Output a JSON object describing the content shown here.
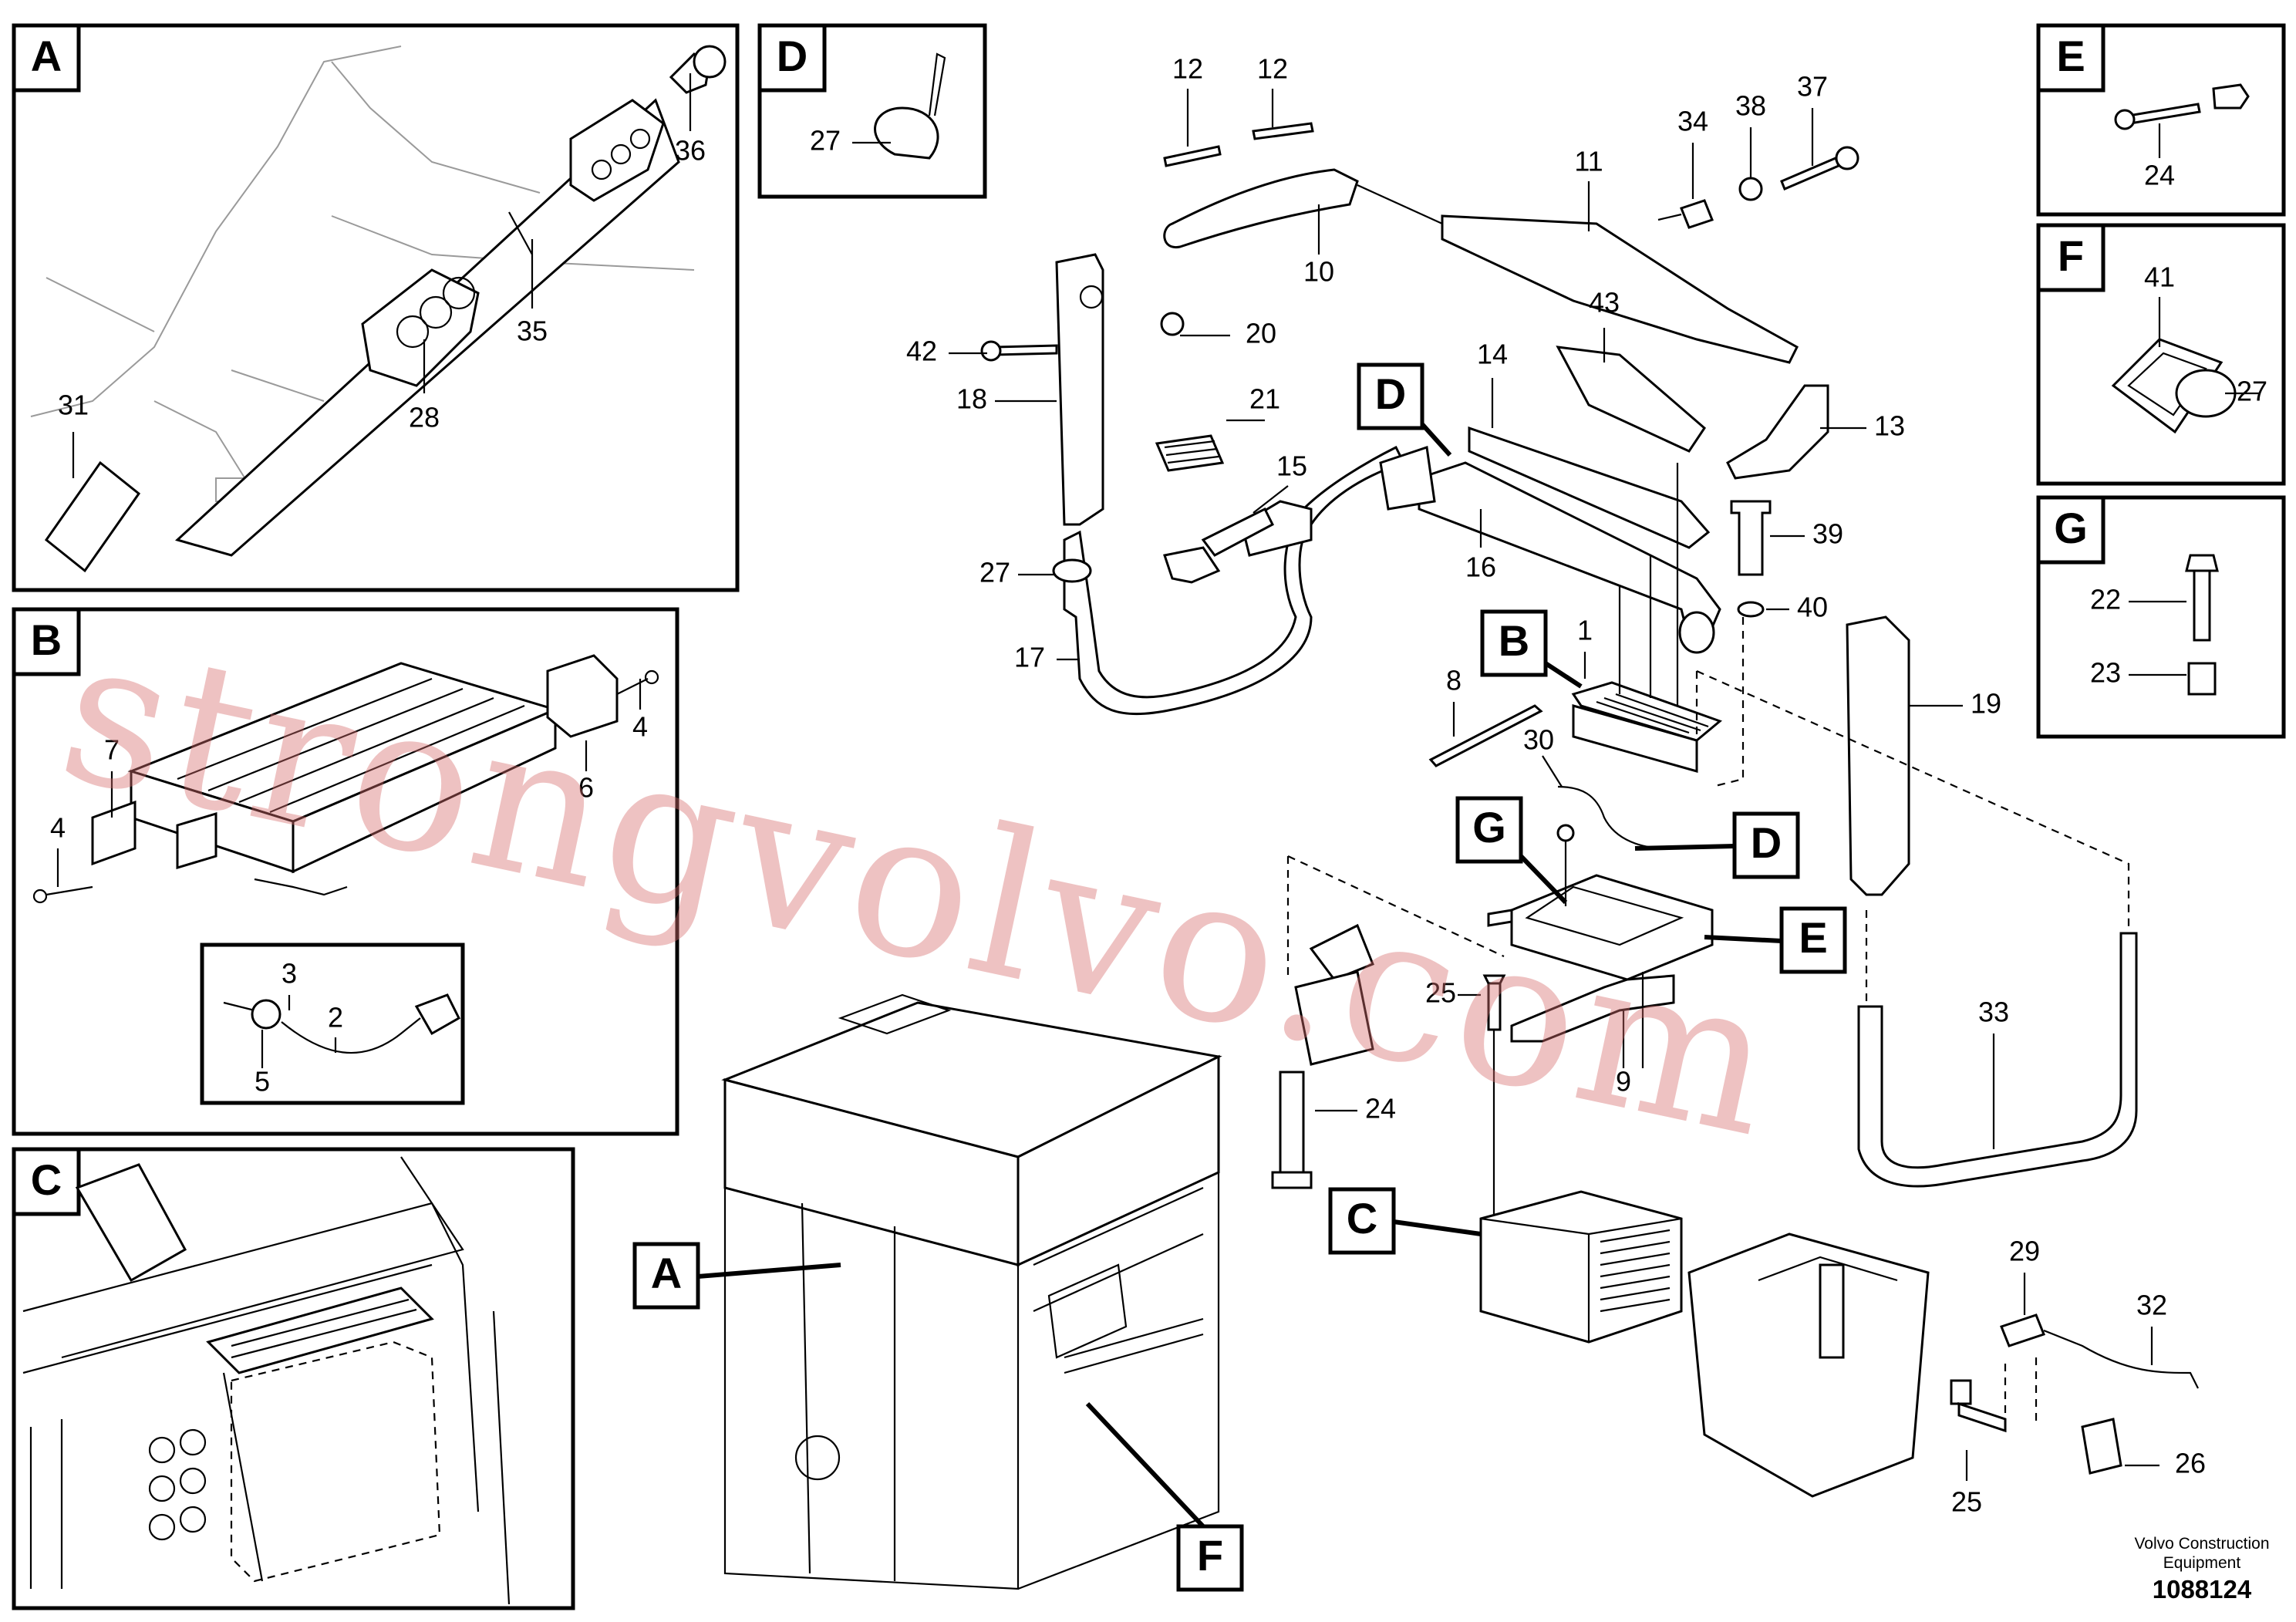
{
  "detail_views": [
    {
      "letter": "A"
    },
    {
      "letter": "B"
    },
    {
      "letter": "C"
    },
    {
      "letter": "D"
    },
    {
      "letter": "E"
    },
    {
      "letter": "F"
    },
    {
      "letter": "G"
    }
  ],
  "part_numbers": {
    "p1": "1",
    "p2": "2",
    "p3": "3",
    "p4": "4",
    "p5": "5",
    "p6": "6",
    "p7": "7",
    "p8": "8",
    "p9": "9",
    "p10": "10",
    "p11": "11",
    "p12": "12",
    "p13": "13",
    "p14": "14",
    "p15": "15",
    "p16": "16",
    "p17": "17",
    "p18": "18",
    "p19": "19",
    "p20": "20",
    "p21": "21",
    "p22": "22",
    "p23": "23",
    "p24": "24",
    "p25": "25",
    "p26": "26",
    "p27": "27",
    "p28": "28",
    "p29": "29",
    "p30": "30",
    "p31": "31",
    "p32": "32",
    "p33": "33",
    "p34": "34",
    "p35": "35",
    "p36": "36",
    "p37": "37",
    "p38": "38",
    "p39": "39",
    "p40": "40",
    "p41": "41",
    "p42": "42",
    "p43": "43"
  },
  "watermark": "strongvolvo.com",
  "footer": {
    "manufacturer_line1": "Volvo Construction",
    "manufacturer_line2": "Equipment",
    "drawing_number": "1088124"
  },
  "colors": {
    "line": "#000000",
    "background": "#ffffff",
    "watermark": "#d66e6e"
  }
}
